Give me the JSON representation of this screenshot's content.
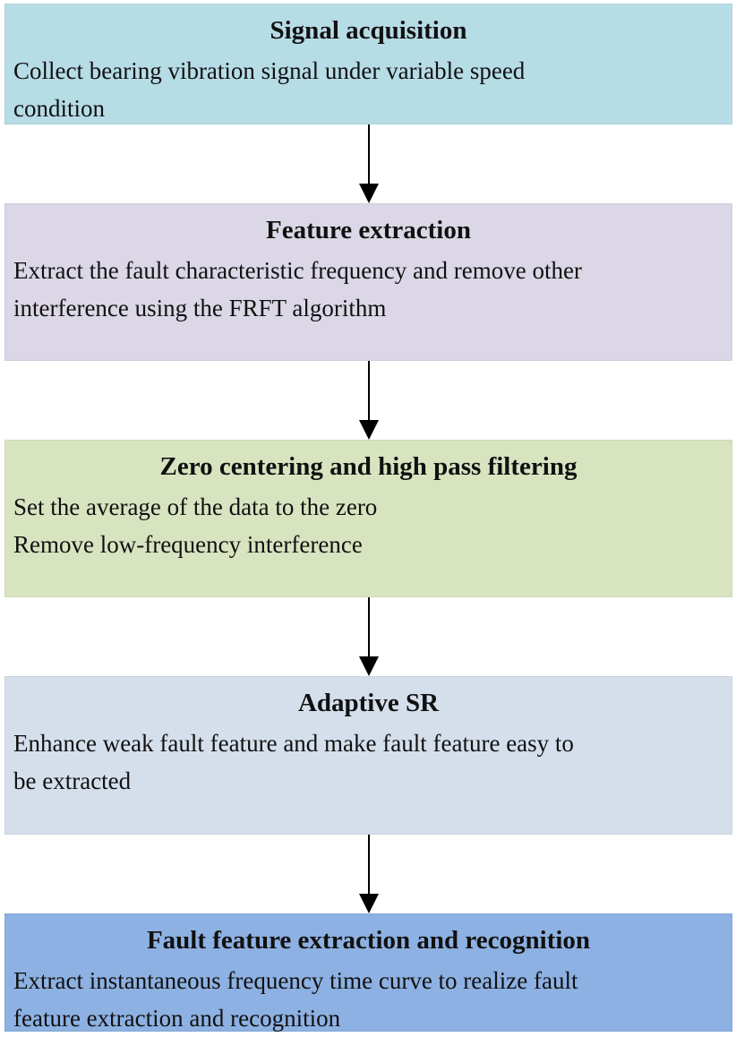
{
  "steps": [
    {
      "title": "Signal acquisition",
      "desc": "Collect bearing vibration signal under variable speed\ncondition",
      "color": "#b6dce6"
    },
    {
      "title": "Feature extraction",
      "desc": "Extract the fault characteristic frequency and remove other\ninterference using the FRFT algorithm",
      "color": "#dcd7e6"
    },
    {
      "title": "Zero centering and high pass filtering",
      "desc": "Set the average of the data to the zero\nRemove low-frequency interference",
      "color": "#d8e4c0"
    },
    {
      "title": "Adaptive SR",
      "desc": "Enhance weak fault feature and make fault feature easy to\nbe extracted",
      "color": "#d5dfec"
    },
    {
      "title": "Fault feature extraction and recognition",
      "desc": "Extract instantaneous frequency time curve to realize fault\nfeature extraction and recognition",
      "color": "#8db1e2"
    }
  ],
  "arrow_color": "#000000"
}
